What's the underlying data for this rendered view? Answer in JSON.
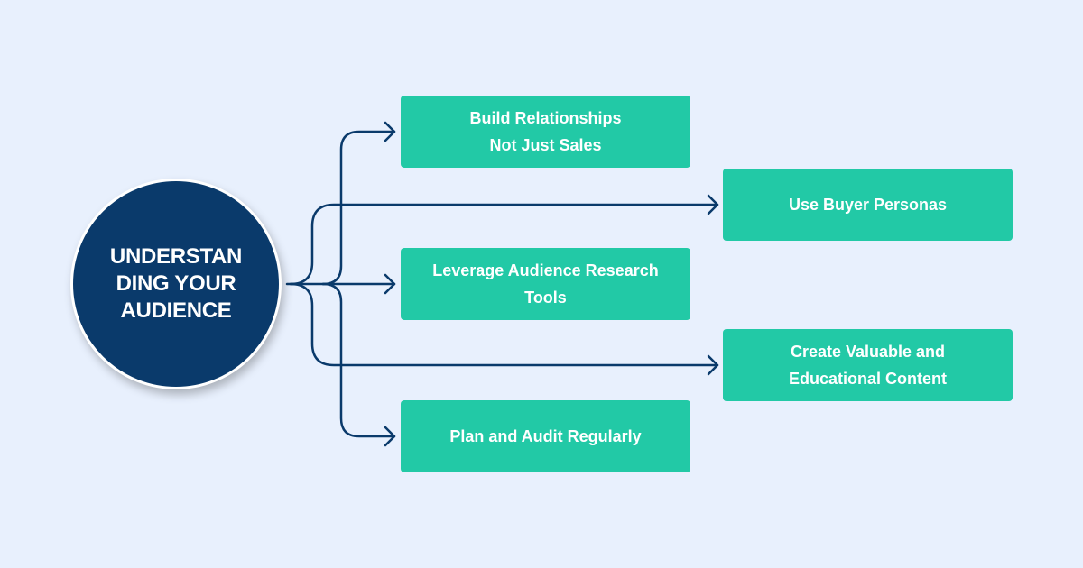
{
  "hub": {
    "title": "UNDERSTAN\nDING YOUR\nAUDIENCE"
  },
  "nodes": [
    {
      "label": "Build Relationships\nNot Just Sales"
    },
    {
      "label": "Use Buyer Personas"
    },
    {
      "label": "Leverage Audience Research\nTools"
    },
    {
      "label": "Create Valuable and\nEducational Content"
    },
    {
      "label": "Plan and Audit Regularly"
    }
  ],
  "colors": {
    "background": "#e8f0fd",
    "hub": "#0a3a6b",
    "node": "#22c9a6",
    "connector": "#0a3a6b",
    "text": "#ffffff"
  }
}
